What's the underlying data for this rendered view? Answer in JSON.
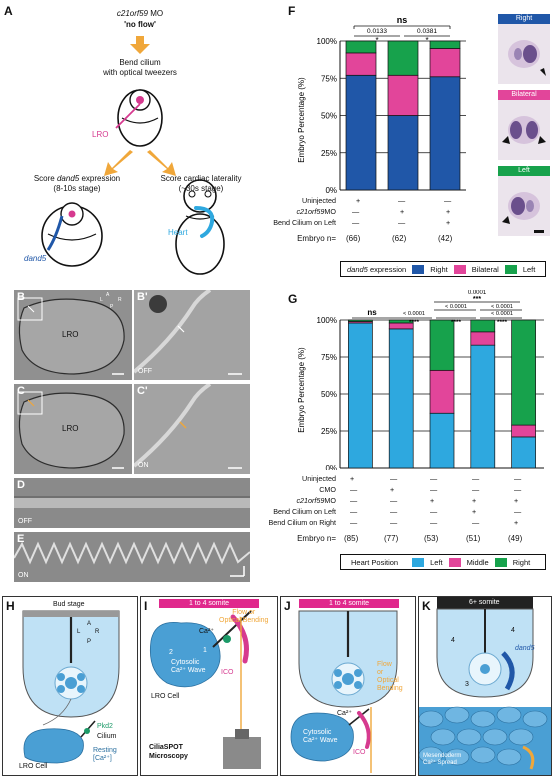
{
  "panelA": {
    "letter": "A",
    "line1_gene": "c21orf59",
    "line1_suffix": " MO",
    "line2": "'no flow'",
    "step1_line1": "Bend cilium",
    "step1_line2": "with optical tweezers",
    "lro_label": "LRO",
    "left_score_prefix": "Score ",
    "left_score_gene": "dand5",
    "left_score_suffix": " expression",
    "left_stage": "(8-10s stage)",
    "right_score": "Score cardiac laterality",
    "right_stage": "(~30s stage)",
    "dand5_label": "dand5",
    "heart_label": "Heart"
  },
  "micro": {
    "B": "B",
    "Bp": "B'",
    "C": "C",
    "Cp": "C'",
    "D": "D",
    "E": "E",
    "lro": "LRO",
    "off": "OFF",
    "on": "ON",
    "axis_L": "L",
    "axis_R": "R",
    "axis_P": "P",
    "axis_A": "A"
  },
  "panelF": {
    "letter": "F",
    "ylabel": "Embryo Percentage (%)",
    "yticks": [
      "0%",
      "25%",
      "50%",
      "75%",
      "100%"
    ],
    "sig_ns": "ns",
    "p1": "0.0133",
    "p2": "0.0381",
    "star1": "*",
    "star2": "*",
    "rows": [
      {
        "label": "Uninjected",
        "gene": "",
        "vals": [
          "+",
          "—",
          "—"
        ]
      },
      {
        "label": "MO",
        "gene": "c21orf59",
        "vals": [
          "—",
          "+",
          "+"
        ]
      },
      {
        "label": "Bend Cilium on Left",
        "gene": "",
        "vals": [
          "—",
          "—",
          "+"
        ]
      }
    ],
    "embryo_label": "Embryo n=",
    "n": [
      "(66)",
      "(62)",
      "(42)"
    ],
    "legend_gene": "dand5",
    "legend_title_suffix": " expression",
    "legend": [
      {
        "name": "Right",
        "color": "#2057a8"
      },
      {
        "name": "Bilateral",
        "color": "#e2459a"
      },
      {
        "name": "Left",
        "color": "#17a24c"
      }
    ],
    "side_labels": {
      "right": "Right",
      "bilateral": "Bilateral",
      "left": "Left"
    }
  },
  "panelG": {
    "letter": "G",
    "ylabel": "Embryo Percentage (%)",
    "yticks": [
      "0%",
      "25%",
      "50%",
      "75%",
      "100%"
    ],
    "sig_ns": "ns",
    "sig_top1": "0.0001",
    "sig_top1_stars": "***",
    "sig_a": "< 0.0001",
    "sig_b": "< 0.0001",
    "sig_c": "< 0.0001",
    "sig_d": "< 0.0001",
    "stars4": "****",
    "rows": [
      {
        "label": "Uninjected",
        "gene": "",
        "vals": [
          "+",
          "—",
          "—",
          "—",
          "—"
        ]
      },
      {
        "label": "CMO",
        "gene": "",
        "vals": [
          "—",
          "+",
          "—",
          "—",
          "—"
        ]
      },
      {
        "label": "MO",
        "gene": "c21orf59",
        "vals": [
          "—",
          "—",
          "+",
          "+",
          "+"
        ]
      },
      {
        "label": "Bend Cilium on Left",
        "gene": "",
        "vals": [
          "—",
          "—",
          "—",
          "+",
          "—"
        ]
      },
      {
        "label": "Bend Cilium on Right",
        "gene": "",
        "vals": [
          "—",
          "—",
          "—",
          "—",
          "+"
        ]
      }
    ],
    "embryo_label": "Embryo n=",
    "n": [
      "(85)",
      "(77)",
      "(53)",
      "(51)",
      "(49)"
    ],
    "legend_title": "Heart Position",
    "legend": [
      {
        "name": "Left",
        "color": "#2ea8df"
      },
      {
        "name": "Middle",
        "color": "#e2459a"
      },
      {
        "name": "Right",
        "color": "#17a24c"
      }
    ]
  },
  "chart_data": [
    {
      "type": "bar",
      "stacked": true,
      "categories": [
        "Uninjected",
        "c21orf59 MO",
        "c21orf59 MO + Bend Cilium on Left"
      ],
      "series": [
        {
          "name": "Right",
          "values": [
            77,
            50,
            76
          ]
        },
        {
          "name": "Bilateral",
          "values": [
            15,
            27,
            19
          ]
        },
        {
          "name": "Left",
          "values": [
            8,
            23,
            5
          ]
        }
      ],
      "ylabel": "Embryo Percentage (%)",
      "ylim": [
        0,
        100
      ],
      "grid": true,
      "legend_placement": "bottom"
    },
    {
      "type": "bar",
      "stacked": true,
      "categories": [
        "Uninjected",
        "CMO",
        "c21orf59 MO",
        "c21orf59 MO + Bend Cilium on Left",
        "c21orf59 MO + Bend Cilium on Right"
      ],
      "series": [
        {
          "name": "Left",
          "values": [
            98,
            94,
            37,
            83,
            21
          ]
        },
        {
          "name": "Middle",
          "values": [
            1,
            4,
            29,
            9,
            8
          ]
        },
        {
          "name": "Right",
          "values": [
            1,
            2,
            34,
            8,
            71
          ]
        }
      ],
      "ylabel": "Embryo Percentage (%)",
      "ylim": [
        0,
        100
      ],
      "grid": true,
      "legend_placement": "bottom"
    }
  ],
  "panelH": {
    "letter": "H",
    "stage": "Bud stage",
    "L": "L",
    "R": "R",
    "A": "A",
    "P": "P",
    "pkd2": "Pkd2",
    "cilium": "Cilium",
    "resting1": "Resting",
    "resting2": "[Ca²⁺]",
    "lro_cell": "LRO Cell"
  },
  "panelI": {
    "letter": "I",
    "stage": "1 to 4 somite",
    "flow1": "Flow or",
    "flow2": "Optical Bending",
    "ca": "Ca²⁺",
    "n1": "1",
    "n2": "2",
    "wave1": "Cytosolic",
    "wave2": "Ca²⁺ Wave",
    "ico": "ICO",
    "lro_cell": "LRO Cell",
    "scope1": "CiliaSPOT",
    "scope2": "Microscopy"
  },
  "panelJ": {
    "letter": "J",
    "stage": "1 to 4 somite",
    "flow1": "Flow",
    "flow2": "or",
    "flow3": "Optical",
    "flow4": "Bending",
    "ca": "Ca²⁺",
    "wave1": "Cytosolic",
    "wave2": "Ca²⁺ Wave",
    "ico": "ICO"
  },
  "panelK": {
    "letter": "K",
    "stage": "6+ somite",
    "dand5": "dand5",
    "n4": "4",
    "n3": "3",
    "spread1": "Mesendoderm",
    "spread2": "Ca²⁺ Spread"
  }
}
